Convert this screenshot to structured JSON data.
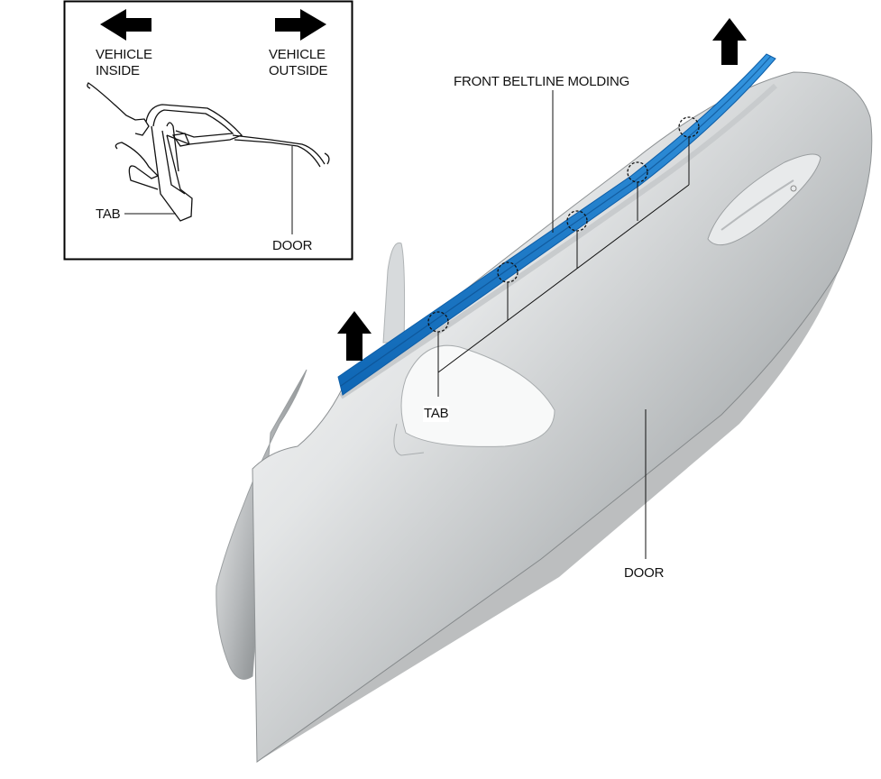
{
  "inset": {
    "left_direction": "VEHICLE\nINSIDE",
    "right_direction": "VEHICLE\nOUTSIDE",
    "tab_label": "TAB",
    "door_label": "DOOR"
  },
  "main": {
    "molding_label": "FRONT BELTLINE MOLDING",
    "tab_label": "TAB",
    "door_label": "DOOR",
    "tab_count": 5,
    "removal_direction": "up"
  },
  "colors": {
    "molding": "#1f7fd0",
    "molding_dark": "#0d5ea8",
    "door_light": "#f2f3f4",
    "door_dark": "#6d7274",
    "arrow": "#000000"
  }
}
